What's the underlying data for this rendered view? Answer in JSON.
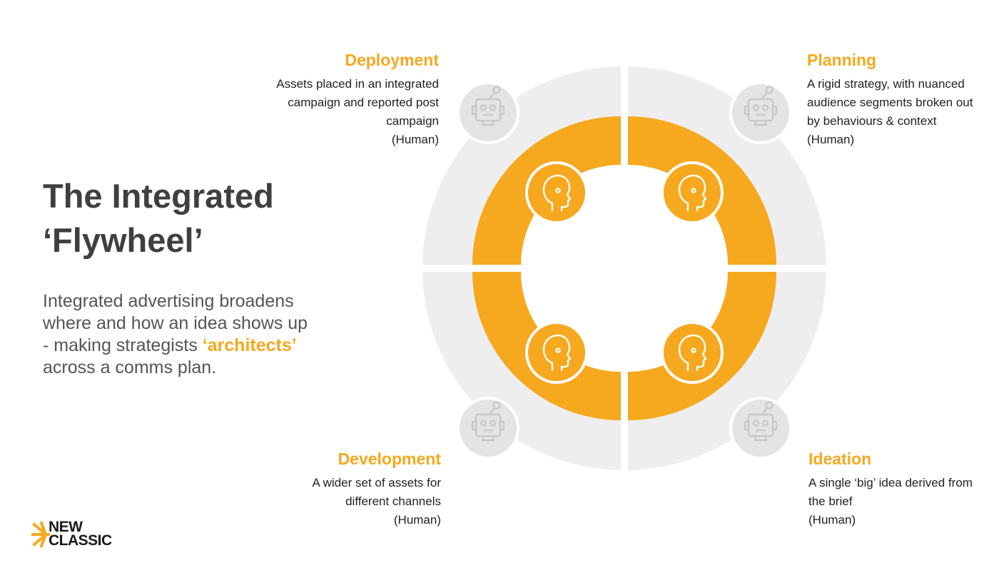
{
  "title": {
    "line1": "The Integrated",
    "line2": "‘Flywheel’"
  },
  "subtitle": {
    "before": "Integrated advertising broadens where and how an idea shows up - making strategists ",
    "highlight": "‘architects’",
    "after": " across a comms plan."
  },
  "stages": {
    "deployment": {
      "heading": "Deployment",
      "description": "Assets placed in an integrated campaign and reported post campaign",
      "human": "(Human)"
    },
    "planning": {
      "heading": "Planning",
      "description": "A rigid strategy, with nuanced audience segments broken out by behaviours & context",
      "human": "(Human)"
    },
    "development": {
      "heading": "Development",
      "description": "A wider set of assets for different channels",
      "human": "(Human)"
    },
    "ideation": {
      "heading": "Ideation",
      "description": "A single ‘big’ idea derived from the brief",
      "human": "(Human)"
    }
  },
  "icons": {
    "inner": "human-head-icon",
    "outer": "robot-icon"
  },
  "colors": {
    "accent": "#f6a81e",
    "outer_ring": "#eeeeee",
    "outer_icon_bg": "#e4e4e4",
    "robot_stroke": "#c7c7c7",
    "title": "#3f3f3f",
    "body_text": "#555555"
  },
  "logo": {
    "line1": "NEW",
    "line2": "CLASSIC"
  }
}
